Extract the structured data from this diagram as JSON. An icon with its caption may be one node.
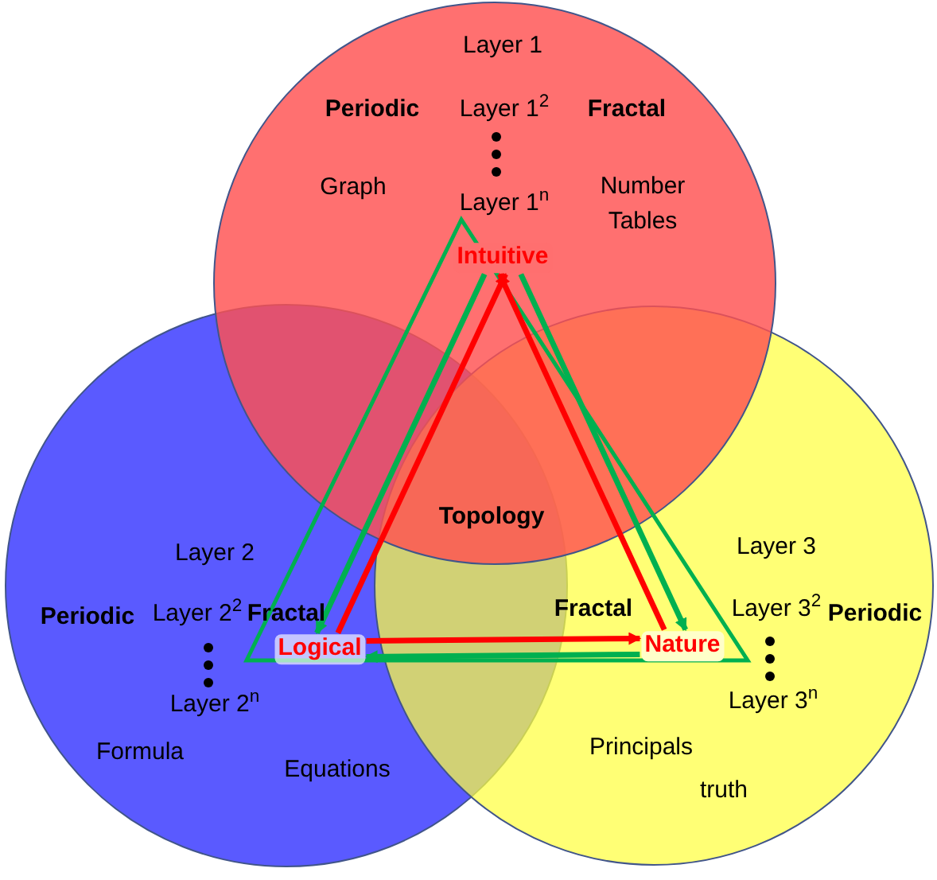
{
  "diagram": {
    "nodes": [
      {
        "text": [
          "Layer 1",
          "Periodic",
          "Layer 1$^{2}$",
          "Fractal",
          "Graph",
          "Layer 1$^{n}$",
          "Number Tables"
        ]
      },
      {
        "text": [
          "Layer 2",
          "Periodic",
          "Layer 2$^{2}$",
          "Fractal",
          "Layer 2$^{n}$",
          "Formula",
          "Equations"
        ]
      },
      {
        "text": [
          "Layer 3",
          "Fractal",
          "Layer 3$^{2}$",
          "Periodic",
          "Layer 3$^{n}$",
          "Principals",
          "truth"
        ]
      },
      {
        "text": [
          "Intuitive"
        ],
        "in": 0
      },
      {
        "text": [
          "Logical"
        ],
        "in": 1
      },
      {
        "text": [
          "Nature"
        ],
        "in": 2
      }
    ],
    "edges": [
      {
        "from": 3,
        "to": 4,
        "arrow": "to",
        "color": "#00b050"
      },
      {
        "from": 4,
        "to": 3,
        "arrow": "to",
        "color": "#ff0000"
      },
      {
        "from": 3,
        "to": 5,
        "arrow": "to",
        "color": "#00b050"
      },
      {
        "from": 5,
        "to": 3,
        "arrow": "to",
        "color": "#ff0000"
      },
      {
        "from": 4,
        "to": 5,
        "arrow": "to",
        "color": "#ff0000"
      },
      {
        "from": 5,
        "to": 4,
        "arrow": "to",
        "color": "#00b050"
      }
    ],
    "labels": [
      "Topology"
    ]
  }
}
